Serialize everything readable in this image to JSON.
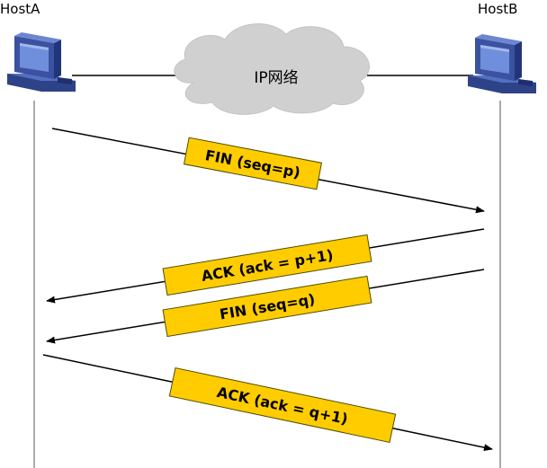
{
  "hosts": {
    "a": {
      "label": "HostA",
      "icon": "computer-icon"
    },
    "b": {
      "label": "HostB",
      "icon": "computer-icon"
    }
  },
  "network": {
    "label": "IP网络",
    "icon": "cloud-icon"
  },
  "messages": [
    {
      "id": "fin-p",
      "label": "FIN (seq=p)",
      "from": "HostA",
      "to": "HostB"
    },
    {
      "id": "ack-p1",
      "label": "ACK (ack = p+1)",
      "from": "HostB",
      "to": "HostA"
    },
    {
      "id": "fin-q",
      "label": "FIN (seq=q)",
      "from": "HostB",
      "to": "HostA"
    },
    {
      "id": "ack-q1",
      "label": "ACK (ack = q+1)",
      "from": "HostA",
      "to": "HostB"
    }
  ],
  "colors": {
    "label_fill": "#ffcc00",
    "label_stroke": "#4d4d00",
    "cloud": "#d0d0d0",
    "monitor_blue": "#3a52a0",
    "screen": "#5f7fd0"
  }
}
